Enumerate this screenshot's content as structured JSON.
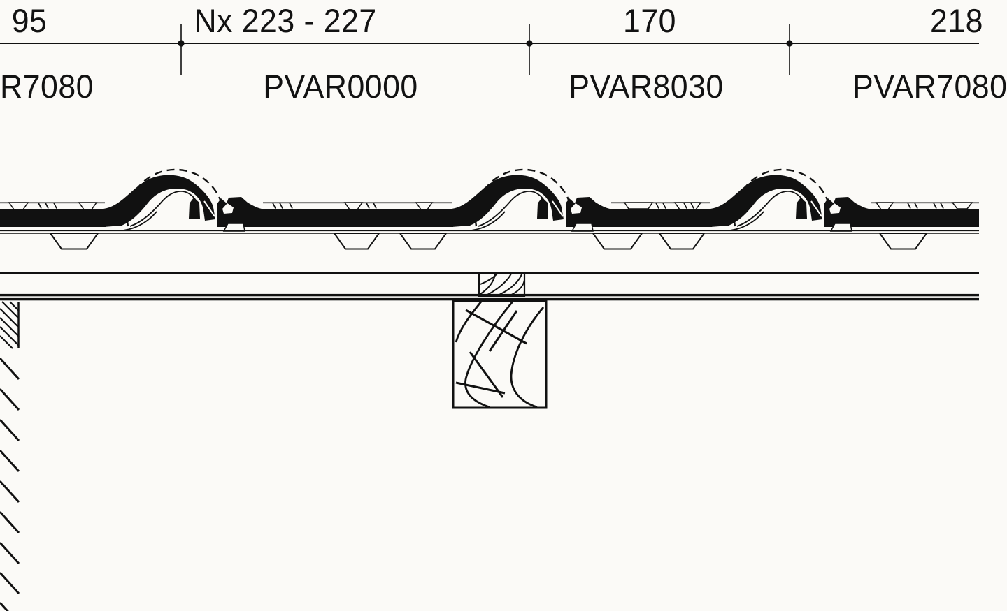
{
  "drawing": {
    "title": "roof-tile-cross-section-detail",
    "dimension_labels": [
      {
        "text": "95"
      },
      {
        "text": "Nx 223 - 227"
      },
      {
        "text": "170"
      },
      {
        "text": "218"
      }
    ],
    "product_codes": [
      {
        "text": "R7080"
      },
      {
        "text": "PVAR0000"
      },
      {
        "text": "PVAR8030"
      },
      {
        "text": "PVAR7080"
      }
    ],
    "colors": {
      "ink": "#111111",
      "paper": "#fbfaf7"
    }
  }
}
